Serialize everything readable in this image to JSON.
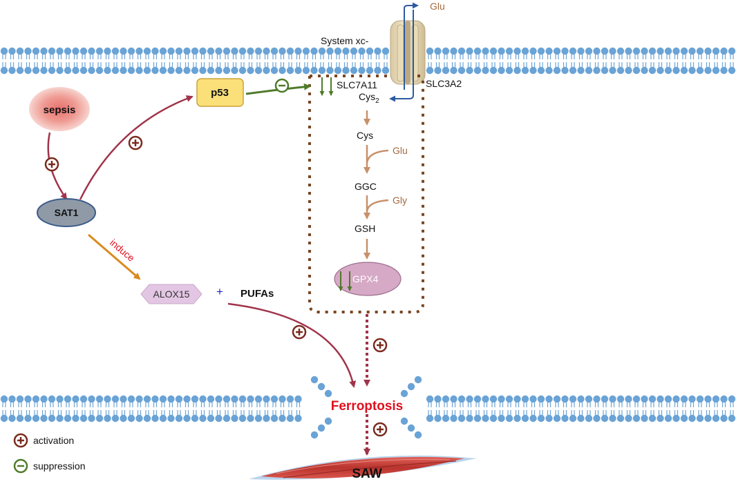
{
  "colors": {
    "lipid_head": "#6aa3d6",
    "lipid_tail": "#6aa3d6",
    "activation_arrow": "#a0334a",
    "suppression_arrow": "#4f7a2a",
    "pathway_arrow": "#c8906a",
    "transport_arrow": "#2d5aa0",
    "induce_arrow": "#d98a1f",
    "dotted_box": "#7a4420",
    "ferroptosis_text": "#e0101e",
    "induce_text": "#e0101e",
    "side_label": "#a46a3e",
    "p53_fill": "#fbe07a",
    "sat1_fill": "#8f9aa6",
    "gpx4_fill": "#d6a9c6",
    "alox15_fill": "#e3c6e3",
    "sepsis_fill": "#e8706c",
    "muscle": "#c9413a"
  },
  "nodes": {
    "sepsis": "sepsis",
    "sat1": "SAT1",
    "p53": "p53",
    "alox15": "ALOX15",
    "pufas": "PUFAs",
    "plus_sign": "+",
    "ferroptosis": "Ferroptosis",
    "saw": "SAW",
    "gpx4": "GPX4"
  },
  "transporter": {
    "system_label": "System xc-",
    "slc7a11": "SLC7A11",
    "slc3a2": "SLC3A2",
    "glu_out": "Glu",
    "cys2": "Cys",
    "cys2_sub": "2"
  },
  "pathway": {
    "cys": "Cys",
    "glu": "Glu",
    "ggc": "GGC",
    "gly": "Gly",
    "gsh": "GSH"
  },
  "arrow_labels": {
    "induce": "induce"
  },
  "legend": {
    "activation": "activation",
    "suppression": "suppression"
  }
}
